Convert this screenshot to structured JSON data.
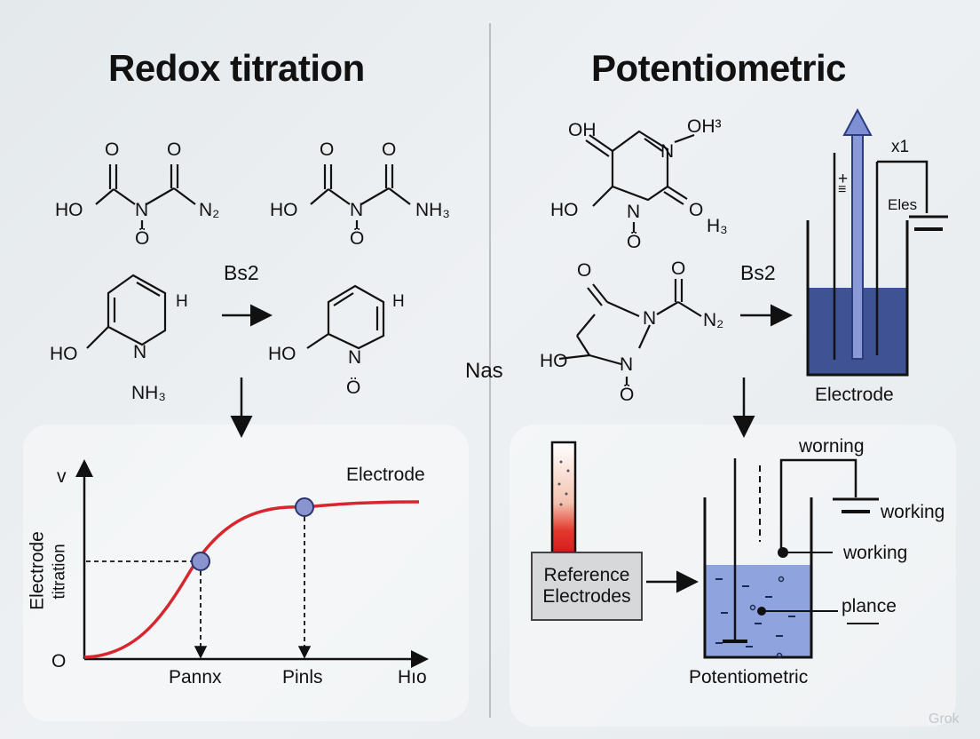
{
  "titles": {
    "left": "Redox titration",
    "right": "Potentiometric"
  },
  "center_label": "Nas",
  "left": {
    "mol1": {
      "o_top1": "O",
      "o_top2": "O",
      "ho": "HO",
      "n": "N",
      "n2": "N₂",
      "o_bottom": "Ö"
    },
    "mol2": {
      "o_top1": "O",
      "o_top2": "O",
      "ho": "HO",
      "n": "N",
      "nh3": "NH₃",
      "o_bottom": "Ö"
    },
    "reagent": "Bs2",
    "ring1": {
      "h": "H",
      "ho": "HO",
      "n": "N",
      "nh3": "NH₃"
    },
    "ring2": {
      "h": "H",
      "ho": "HO",
      "n": "N",
      "o_bottom": "Ö"
    }
  },
  "right": {
    "mol_top": {
      "oh_left": "OH",
      "oh3": "OH³",
      "n1": "N",
      "ho": "HO",
      "n2": "N",
      "o_right": "O",
      "h3": "H₃",
      "o_bottom": "Ö"
    },
    "mol_mid": {
      "o_top1": "O",
      "o_top2": "O",
      "n": "N",
      "n2": "N₂",
      "ho": "HO",
      "n3": "N",
      "o_bottom": "Ö"
    },
    "reagent": "Bs2",
    "cell": {
      "x1": "x1",
      "eles": "Eles",
      "electrode": "Electrode",
      "plus": "+",
      "minus": "≡"
    }
  },
  "chart_data": {
    "type": "line",
    "title": "",
    "series": [
      {
        "name": "Electrode",
        "color": "#d8262e"
      }
    ],
    "ylabel_lines": [
      "Electrode",
      "titration"
    ],
    "y_top_label": "v",
    "origin_label": "O",
    "x_labels": [
      "Pannx",
      "Pinls",
      "Hıo"
    ],
    "points_color": "#8a95cf"
  },
  "setup": {
    "reference_label_1": "Reference",
    "reference_label_2": "Electrodes",
    "worning": "worning",
    "working_1": "working",
    "working_2": "working",
    "plance": "plance",
    "potentiometric": "Potentiometric"
  },
  "watermark": "Grok"
}
